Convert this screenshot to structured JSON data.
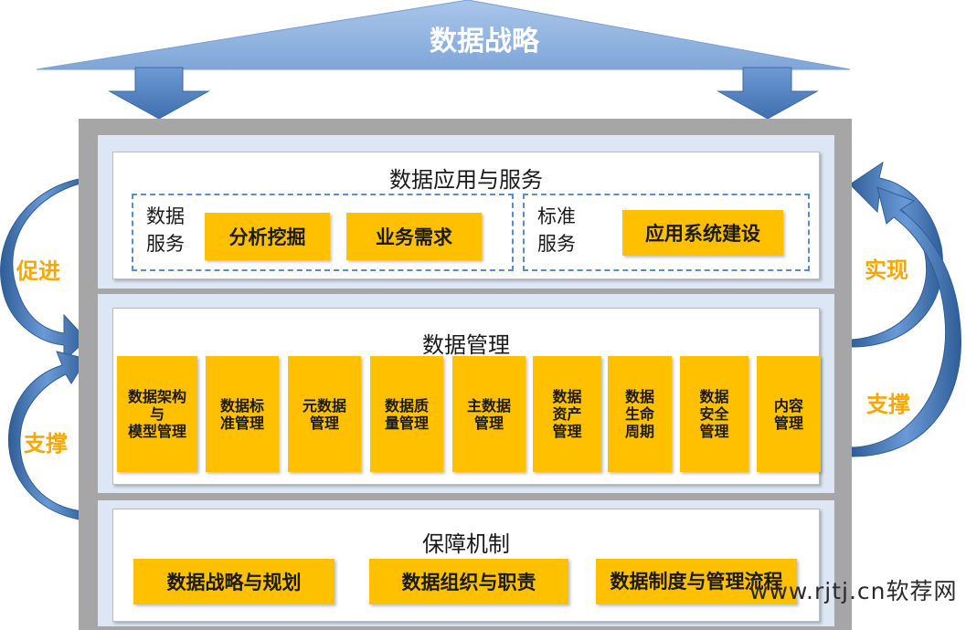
{
  "top_title": "数据战略",
  "sections": {
    "apps": {
      "title": "数据应用与服务",
      "group1": {
        "label": "数据\n服务",
        "items": [
          "分析挖掘",
          "业务需求"
        ]
      },
      "group2": {
        "label": "标准\n服务",
        "items": [
          "应用系统建设"
        ]
      }
    },
    "mgmt": {
      "title": "数据管理",
      "items": [
        "数据架构\n与\n模型管理",
        "数据标\n准管理",
        "元数据\n管理",
        "数据质\n量管理",
        "主数据\n管理",
        "数据\n资产\n管理",
        "数据\n生命\n周期",
        "数据\n安全\n管理",
        "内容\n管理"
      ]
    },
    "guarantee": {
      "title": "保障机制",
      "items": [
        "数据战略与规划",
        "数据组织与职责",
        "数据制度与管理流程"
      ]
    }
  },
  "side_labels": {
    "left_top": "促进",
    "left_bottom": "支撑",
    "right_top": "实现",
    "right_bottom": "支撑"
  },
  "watermark": "www.rjtj.cn软荐网",
  "colors": {
    "accent": "#ffc000",
    "roof": "#8eb4e3",
    "arrow": "#4f81bd",
    "frame": "#a6a6a6",
    "side_text": "#f5a800"
  }
}
